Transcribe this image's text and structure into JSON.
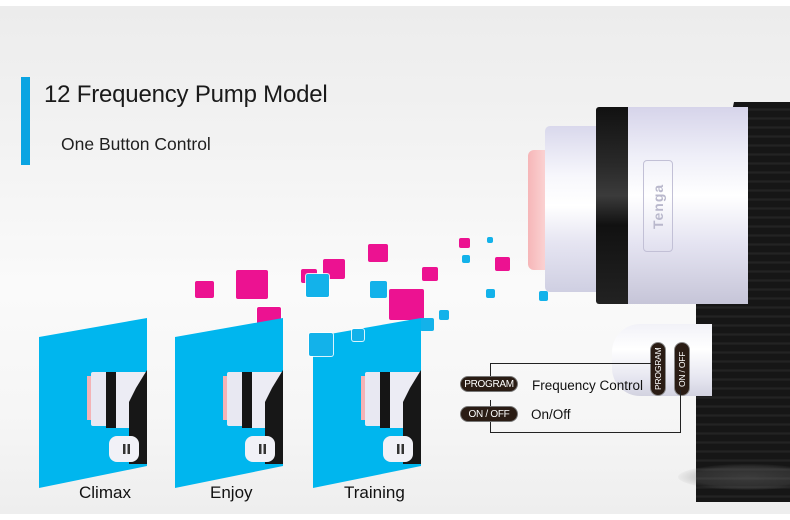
{
  "header": {
    "title": "12 Frequency Pump Model",
    "subtitle": "One Button Control",
    "accent_color": "#0aa4e2"
  },
  "modes": [
    {
      "label": "Climax"
    },
    {
      "label": "Enjoy"
    },
    {
      "label": "Training"
    }
  ],
  "device": {
    "brand_mark": "Tenga",
    "buttons": [
      {
        "label": "PROGRAM"
      },
      {
        "label": "ON / OFF"
      }
    ]
  },
  "legend": [
    {
      "button": "PROGRAM",
      "description": "Frequency Control"
    },
    {
      "button": "ON / OFF",
      "description": "On/Off"
    }
  ],
  "colors": {
    "pink": "#ec1291",
    "blue": "#13b2ea",
    "panel_blue": "#00b6ee"
  }
}
